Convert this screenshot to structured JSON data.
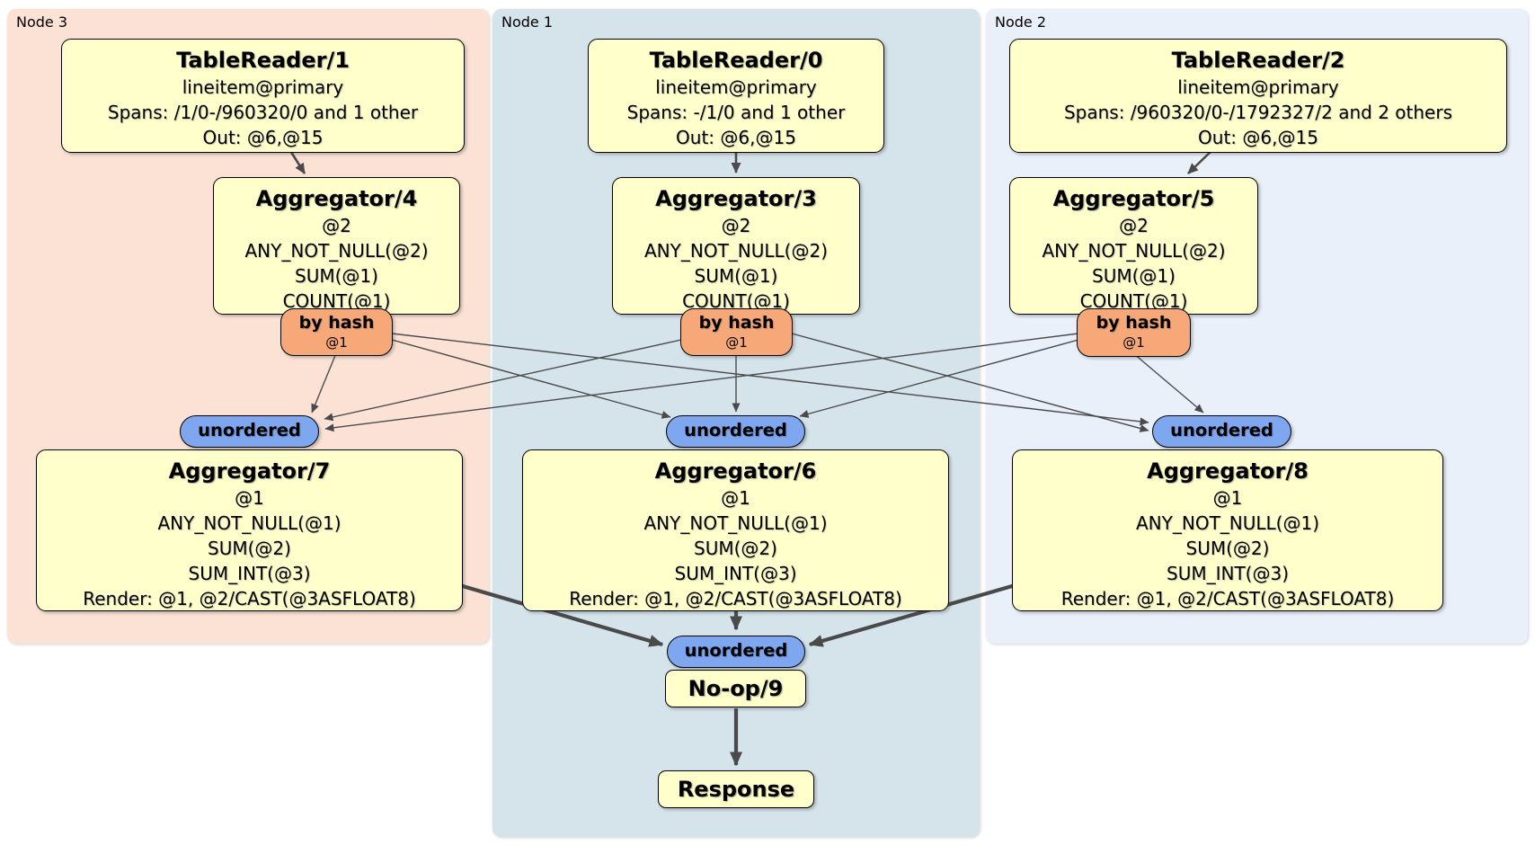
{
  "regions": {
    "node3": {
      "label": "Node 3"
    },
    "node1": {
      "label": "Node 1"
    },
    "node2": {
      "label": "Node 2"
    }
  },
  "nodes": {
    "tablereader1": {
      "title": "TableReader/1",
      "lines": [
        "lineitem@primary",
        "Spans: /1/0-/960320/0 and 1 other",
        "Out: @6,@15"
      ]
    },
    "tablereader0": {
      "title": "TableReader/0",
      "lines": [
        "lineitem@primary",
        "Spans: -/1/0 and 1 other",
        "Out: @6,@15"
      ]
    },
    "tablereader2": {
      "title": "TableReader/2",
      "lines": [
        "lineitem@primary",
        "Spans: /960320/0-/1792327/2 and 2 others",
        "Out: @6,@15"
      ]
    },
    "aggregator4": {
      "title": "Aggregator/4",
      "lines": [
        "@2",
        "ANY_NOT_NULL(@2)",
        "SUM(@1)",
        "COUNT(@1)"
      ]
    },
    "aggregator3": {
      "title": "Aggregator/3",
      "lines": [
        "@2",
        "ANY_NOT_NULL(@2)",
        "SUM(@1)",
        "COUNT(@1)"
      ]
    },
    "aggregator5": {
      "title": "Aggregator/5",
      "lines": [
        "@2",
        "ANY_NOT_NULL(@2)",
        "SUM(@1)",
        "COUNT(@1)"
      ]
    },
    "aggregator7": {
      "title": "Aggregator/7",
      "lines": [
        "@1",
        "ANY_NOT_NULL(@1)",
        "SUM(@2)",
        "SUM_INT(@3)",
        "Render: @1, @2/CAST(@3ASFLOAT8)"
      ]
    },
    "aggregator6": {
      "title": "Aggregator/6",
      "lines": [
        "@1",
        "ANY_NOT_NULL(@1)",
        "SUM(@2)",
        "SUM_INT(@3)",
        "Render: @1, @2/CAST(@3ASFLOAT8)"
      ]
    },
    "aggregator8": {
      "title": "Aggregator/8",
      "lines": [
        "@1",
        "ANY_NOT_NULL(@1)",
        "SUM(@2)",
        "SUM_INT(@3)",
        "Render: @1, @2/CAST(@3ASFLOAT8)"
      ]
    },
    "noop": {
      "title": "No-op/9"
    },
    "response": {
      "title": "Response"
    }
  },
  "routers": {
    "by_hash": {
      "label": "by hash",
      "detail": "@1"
    },
    "unordered": {
      "label": "unordered"
    }
  },
  "edges": [
    {
      "from": "TableReader/1",
      "to": "Aggregator/4"
    },
    {
      "from": "TableReader/0",
      "to": "Aggregator/3"
    },
    {
      "from": "TableReader/2",
      "to": "Aggregator/5"
    },
    {
      "from": "Aggregator/4 by hash",
      "to": "Aggregator/7 unordered"
    },
    {
      "from": "Aggregator/4 by hash",
      "to": "Aggregator/6 unordered"
    },
    {
      "from": "Aggregator/4 by hash",
      "to": "Aggregator/8 unordered"
    },
    {
      "from": "Aggregator/3 by hash",
      "to": "Aggregator/7 unordered"
    },
    {
      "from": "Aggregator/3 by hash",
      "to": "Aggregator/6 unordered"
    },
    {
      "from": "Aggregator/3 by hash",
      "to": "Aggregator/8 unordered"
    },
    {
      "from": "Aggregator/5 by hash",
      "to": "Aggregator/7 unordered"
    },
    {
      "from": "Aggregator/5 by hash",
      "to": "Aggregator/6 unordered"
    },
    {
      "from": "Aggregator/5 by hash",
      "to": "Aggregator/8 unordered"
    },
    {
      "from": "Aggregator/7",
      "to": "No-op/9 unordered"
    },
    {
      "from": "Aggregator/6",
      "to": "No-op/9 unordered"
    },
    {
      "from": "Aggregator/8",
      "to": "No-op/9 unordered"
    },
    {
      "from": "No-op/9",
      "to": "Response"
    }
  ],
  "colors": {
    "node3_region_bg": "#fce2d5",
    "node1_region_bg": "#d5e3eb",
    "node2_region_bg": "#e9f0fa",
    "node_box_bg": "#ffffcc",
    "by_hash_pill_bg": "#f6a878",
    "unordered_pill_bg": "#7ea7f0",
    "edge_color": "#4a4a4a",
    "border_color": "#000000"
  }
}
